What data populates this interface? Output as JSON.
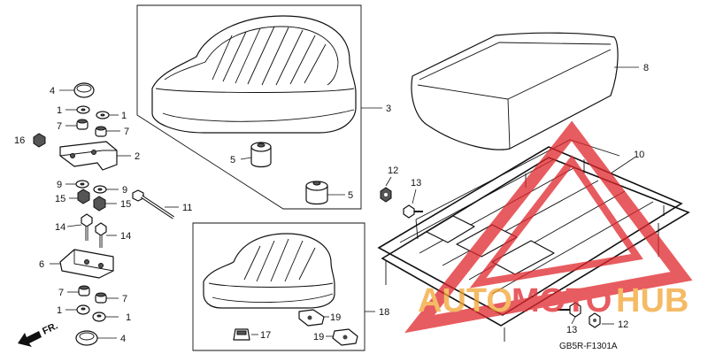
{
  "diagram": {
    "code": "GB5R-F1301A",
    "direction": "FR."
  },
  "callouts": [
    {
      "id": "c4a",
      "text": "4"
    },
    {
      "id": "c1a",
      "text": "1"
    },
    {
      "id": "c1b",
      "text": "1"
    },
    {
      "id": "c16",
      "text": "16"
    },
    {
      "id": "c7a",
      "text": "7"
    },
    {
      "id": "c7b",
      "text": "7"
    },
    {
      "id": "c2",
      "text": "2"
    },
    {
      "id": "c9a",
      "text": "9"
    },
    {
      "id": "c9b",
      "text": "9"
    },
    {
      "id": "c15a",
      "text": "15"
    },
    {
      "id": "c15b",
      "text": "15"
    },
    {
      "id": "c11",
      "text": "11"
    },
    {
      "id": "c14a",
      "text": "14"
    },
    {
      "id": "c14b",
      "text": "14"
    },
    {
      "id": "c6",
      "text": "6"
    },
    {
      "id": "c7c",
      "text": "7"
    },
    {
      "id": "c7d",
      "text": "7"
    },
    {
      "id": "c1c",
      "text": "1"
    },
    {
      "id": "c1d",
      "text": "1"
    },
    {
      "id": "c4b",
      "text": "4"
    },
    {
      "id": "c3",
      "text": "3"
    },
    {
      "id": "c5a",
      "text": "5"
    },
    {
      "id": "c5b",
      "text": "5"
    },
    {
      "id": "c8",
      "text": "8"
    },
    {
      "id": "c10",
      "text": "10"
    },
    {
      "id": "c12a",
      "text": "12"
    },
    {
      "id": "c13a",
      "text": "13"
    },
    {
      "id": "c13b",
      "text": "13"
    },
    {
      "id": "c12b",
      "text": "12"
    },
    {
      "id": "c18",
      "text": "18"
    },
    {
      "id": "c19a",
      "text": "19"
    },
    {
      "id": "c19b",
      "text": "19"
    },
    {
      "id": "c17",
      "text": "17"
    }
  ],
  "watermark": {
    "part1": "AUTO",
    "part2": "MOTO",
    "part3": "HUB",
    "color_orange": "#f2a531",
    "color_red": "#e0262b"
  }
}
